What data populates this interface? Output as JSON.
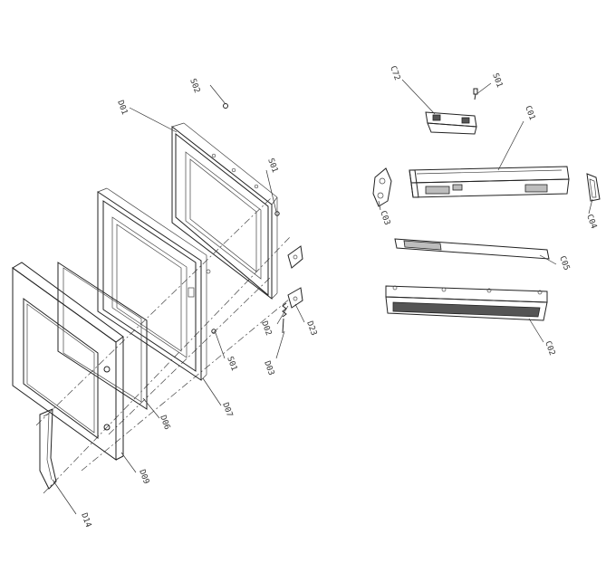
{
  "labels": {
    "s02_top": "S02",
    "d01": "D01",
    "s01_left": "S01",
    "d02": "D02",
    "d23": "D23",
    "d03": "D03",
    "s01_bottom": "S01",
    "d07": "D07",
    "d06": "D06",
    "d09": "D09",
    "d14": "D14",
    "c72": "C72",
    "s01_right": "S01",
    "c01": "C01",
    "c03": "C03",
    "c04": "C04",
    "c05": "C05",
    "c02": "C02"
  }
}
